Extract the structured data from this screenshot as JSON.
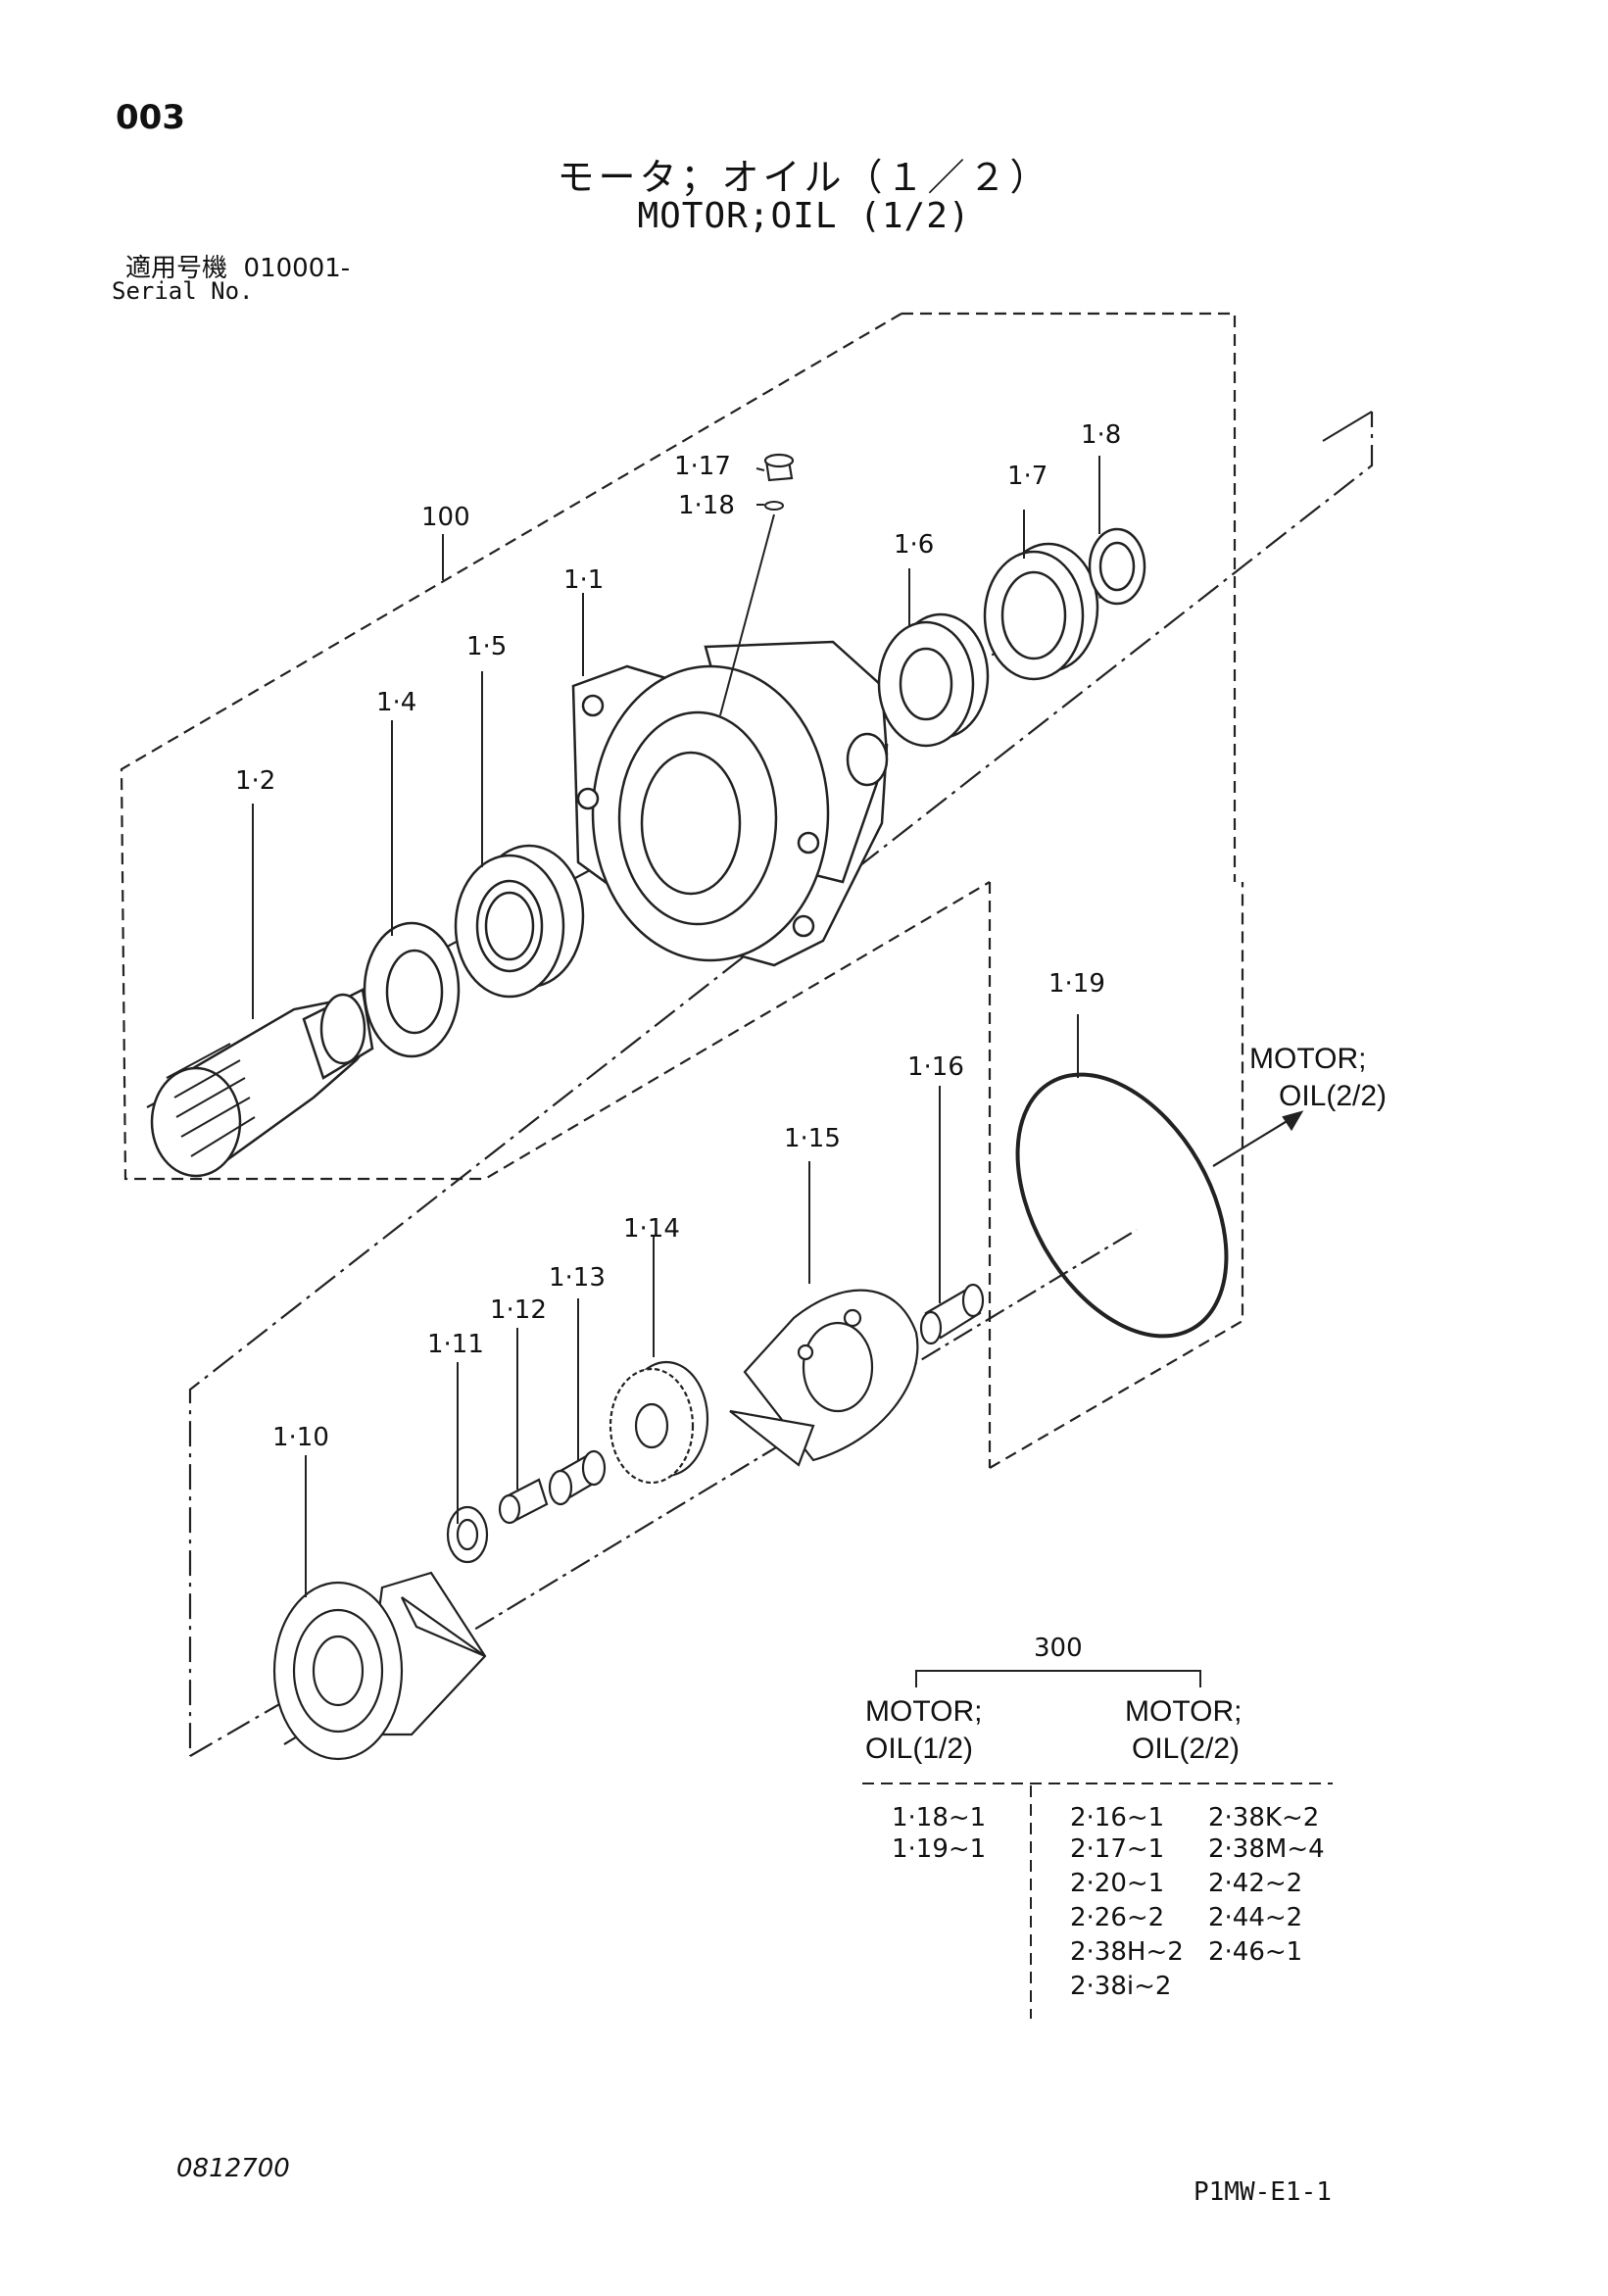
{
  "header": {
    "page_number": "003",
    "title_jp": "モータ；オイル（１／２）",
    "title_en": "MOTOR;OIL (1/2)",
    "serial_label_jp": "適用号機",
    "serial_value": "010001-",
    "serial_label_en": "Serial No."
  },
  "callouts": {
    "assembly_100": "100",
    "p1_1": "1·1",
    "p1_2": "1·2",
    "p1_4": "1·4",
    "p1_5": "1·5",
    "p1_6": "1·6",
    "p1_7": "1·7",
    "p1_8": "1·8",
    "p1_10": "1·10",
    "p1_11": "1·11",
    "p1_12": "1·12",
    "p1_13": "1·13",
    "p1_14": "1·14",
    "p1_15": "1·15",
    "p1_16": "1·16",
    "p1_17": "1·17",
    "p1_18": "1·18",
    "p1_19": "1·19"
  },
  "reference": {
    "line1": "MOTOR;",
    "line2": "OIL(2/2)"
  },
  "kit_table": {
    "kit_number": "300",
    "col1_heading_line1": "MOTOR;",
    "col1_heading_line2": "OIL(1/2)",
    "col2_heading_line1": "MOTOR;",
    "col2_heading_line2": "OIL(2/2)",
    "col1_items": [
      "1·18~1",
      "1·19~1"
    ],
    "col2a_items": [
      "2·16~1",
      "2·17~1",
      "2·20~1",
      "2·26~2",
      "2·38H~2",
      "2·38i~2"
    ],
    "col2b_items": [
      "2·38K~2",
      "2·38M~4",
      "2·42~2",
      "2·44~2",
      "2·46~1"
    ]
  },
  "footer": {
    "document_code": "0812700",
    "page_code": "P1MW-E1-1"
  }
}
